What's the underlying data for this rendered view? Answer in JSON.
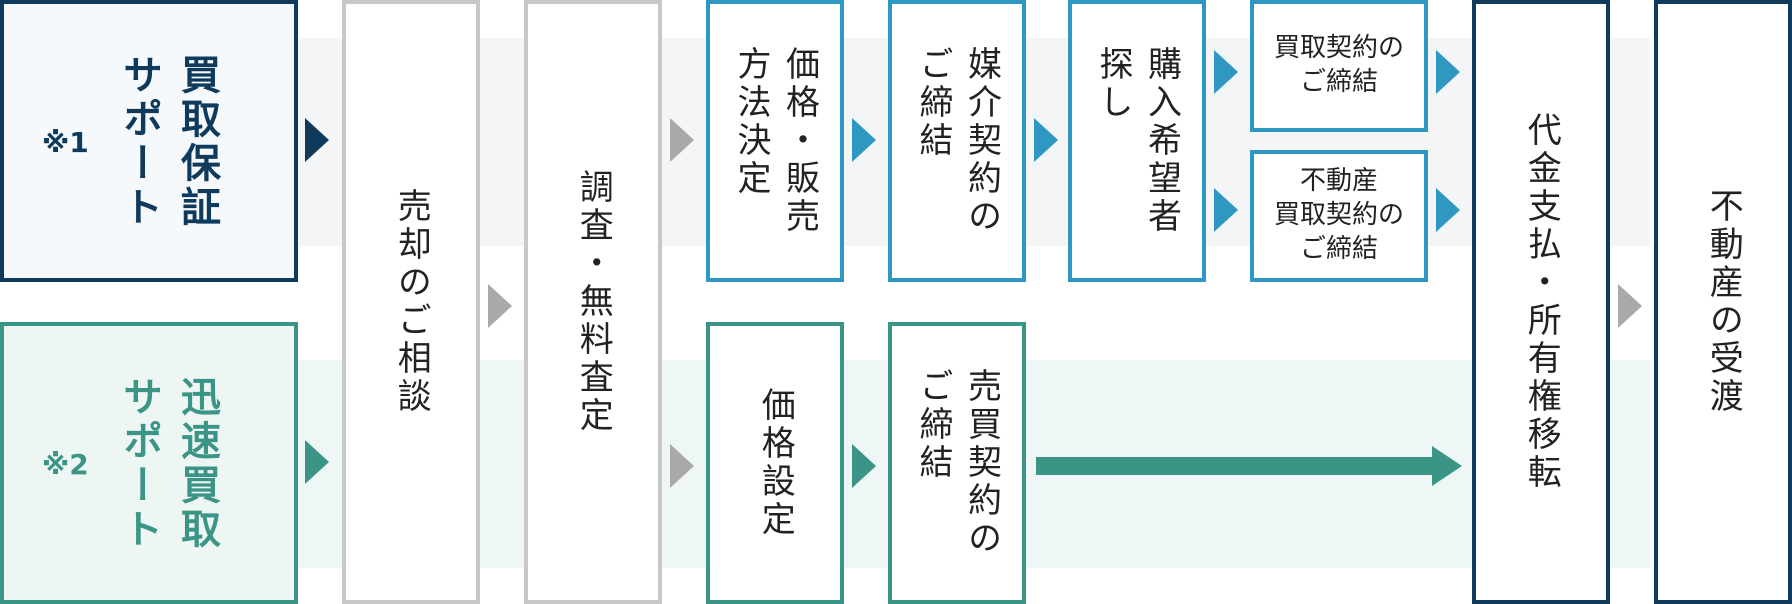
{
  "rows": {
    "guarantee": {
      "title_line1": "買取保証",
      "title_line2": "サポート",
      "note": "※1"
    },
    "quick": {
      "title_line1": "迅速買取",
      "title_line2": "サポート",
      "note": "※2"
    }
  },
  "steps": {
    "consult": "売却のご相談",
    "survey": "調査・無料査定",
    "price_method_line1": "価格・販売",
    "price_method_line2": "方法決定",
    "brokerage_line1": "媒介契約の",
    "brokerage_line2": "ご締結",
    "buyer_search_line1": "購入希望者",
    "buyer_search_line2": "探し",
    "purchase_contract_line1": "買取契約の",
    "purchase_contract_line2": "ご締結",
    "re_purchase_line1": "不動産",
    "re_purchase_line2": "買取契約の",
    "re_purchase_line3": "ご締結",
    "price_setting": "価格設定",
    "sales_contract_line1": "売買契約の",
    "sales_contract_line2": "ご締結",
    "payment": "代金支払・所有権移転",
    "delivery": "不動産の受渡"
  },
  "colors": {
    "navy": "#0f3a5c",
    "teal": "#3a9587",
    "blue": "#2e97c2",
    "grey": "#c8c8c8",
    "band_top": "#f3f5f7",
    "band_bottom": "#eef7f5"
  }
}
